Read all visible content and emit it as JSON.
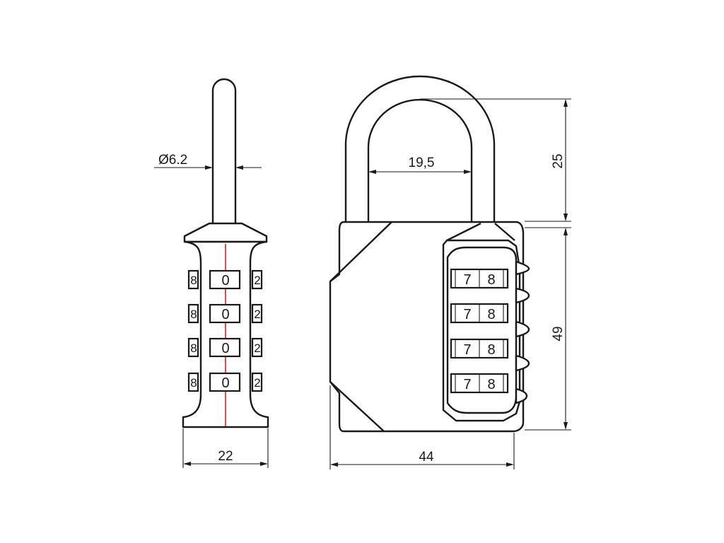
{
  "dimensions": {
    "shackle_diameter": "Ø6.2",
    "side_width": "22",
    "inner_width": "19,5",
    "body_width": "44",
    "shackle_height": "25",
    "body_height": "49"
  },
  "side_view": {
    "wheel_center_digit": "0",
    "wheel_left_digit": "8",
    "wheel_right_digit": "2",
    "center_line_color": "#d42020"
  },
  "front_view": {
    "wheel_digit_left": "7",
    "wheel_digit_right": "8"
  }
}
